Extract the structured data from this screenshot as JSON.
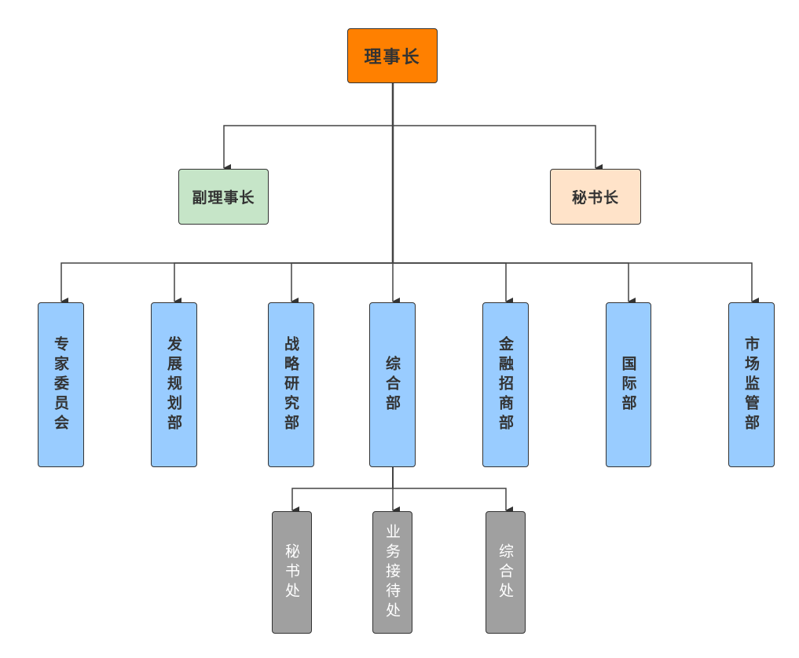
{
  "diagram": {
    "type": "org-chart",
    "colors": {
      "root": "#FF8000",
      "vice": "#C6E5C8",
      "secretary": "#FFE3C9",
      "department": "#99CCFF",
      "office": "#A0A0A0",
      "line": "#444444",
      "text": "#333333",
      "office_text": "#FFFFFF"
    },
    "root": {
      "id": "chairman",
      "label": "理事长"
    },
    "level1": [
      {
        "id": "vice-chairman",
        "label": "副理事长",
        "color_key": "vice"
      },
      {
        "id": "secretary-general",
        "label": "秘书长",
        "color_key": "secretary"
      }
    ],
    "departments": [
      {
        "id": "expert-committee",
        "label": "专家委员会"
      },
      {
        "id": "development-planning",
        "label": "发展规划部"
      },
      {
        "id": "strategy-research",
        "label": "战略研究部"
      },
      {
        "id": "general-department",
        "label": "综合部"
      },
      {
        "id": "finance-investment",
        "label": "金融招商部"
      },
      {
        "id": "international",
        "label": "国际部"
      },
      {
        "id": "market-supervision",
        "label": "市场监管部"
      }
    ],
    "offices": {
      "parent": "general-department",
      "items": [
        {
          "id": "secretariat",
          "label": "秘书处"
        },
        {
          "id": "reception",
          "label": "业务接待处"
        },
        {
          "id": "general-office",
          "label": "综合处"
        }
      ]
    }
  }
}
